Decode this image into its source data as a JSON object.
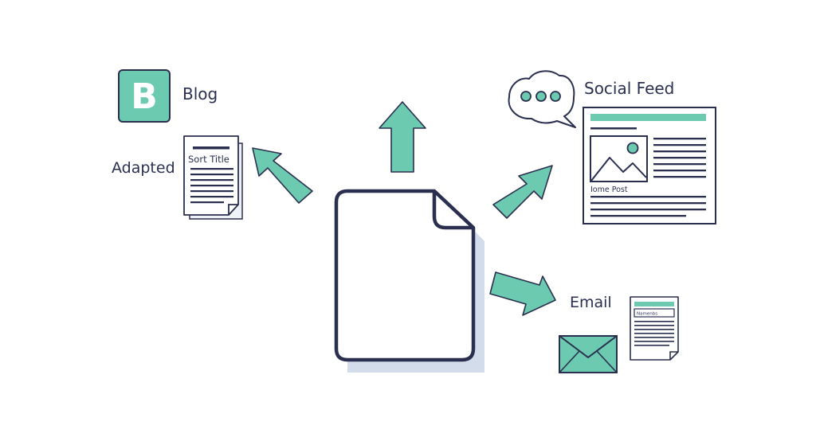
{
  "diagram": {
    "blog": {
      "label": "Blog",
      "icon_letter": "B"
    },
    "adapted": {
      "label": "Adapted",
      "doc_title": "Sort Title"
    },
    "social": {
      "label": "Social Feed",
      "post_caption": "Iome Post"
    },
    "email": {
      "label": "Email",
      "form_text": "Namenbs"
    }
  },
  "colors": {
    "accent": "#6ccab0",
    "outline": "#2a2f4f",
    "shadow": "#d3dcea"
  },
  "icons": [
    "blog-b-icon",
    "document-icon",
    "arrow-icon",
    "chat-bubble-icon",
    "image-icon",
    "envelope-icon"
  ]
}
